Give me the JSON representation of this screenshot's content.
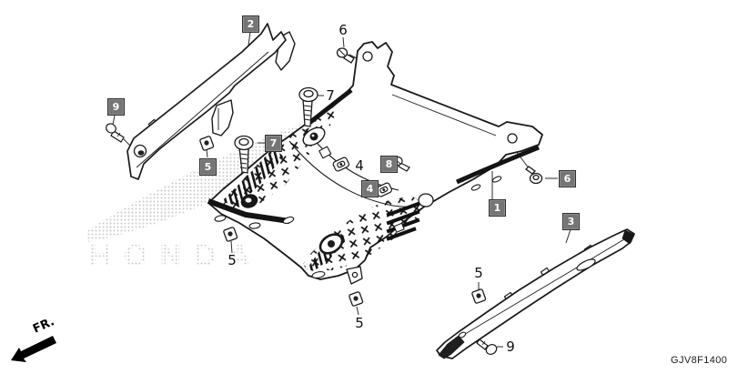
{
  "diagram": {
    "part_code": "GJV8F1400",
    "front_indicator": "FR.",
    "watermark_text": "HONDA",
    "callouts": [
      {
        "number": "2",
        "style": "boxed"
      },
      {
        "number": "6",
        "style": "plain"
      },
      {
        "number": "7",
        "style": "plain"
      },
      {
        "number": "9",
        "style": "boxed"
      },
      {
        "number": "7",
        "style": "boxed"
      },
      {
        "number": "5",
        "style": "boxed"
      },
      {
        "number": "4",
        "style": "plain"
      },
      {
        "number": "8",
        "style": "boxed"
      },
      {
        "number": "4",
        "style": "boxed"
      },
      {
        "number": "6",
        "style": "boxed"
      },
      {
        "number": "1",
        "style": "boxed"
      },
      {
        "number": "3",
        "style": "boxed"
      },
      {
        "number": "5",
        "style": "plain"
      },
      {
        "number": "5",
        "style": "plain"
      },
      {
        "number": "5",
        "style": "plain"
      },
      {
        "number": "9",
        "style": "plain"
      }
    ],
    "colors": {
      "line": "#1a1a1a",
      "callout_box_bg": "#757575",
      "watermark_gray": "#c9c9c9"
    }
  }
}
